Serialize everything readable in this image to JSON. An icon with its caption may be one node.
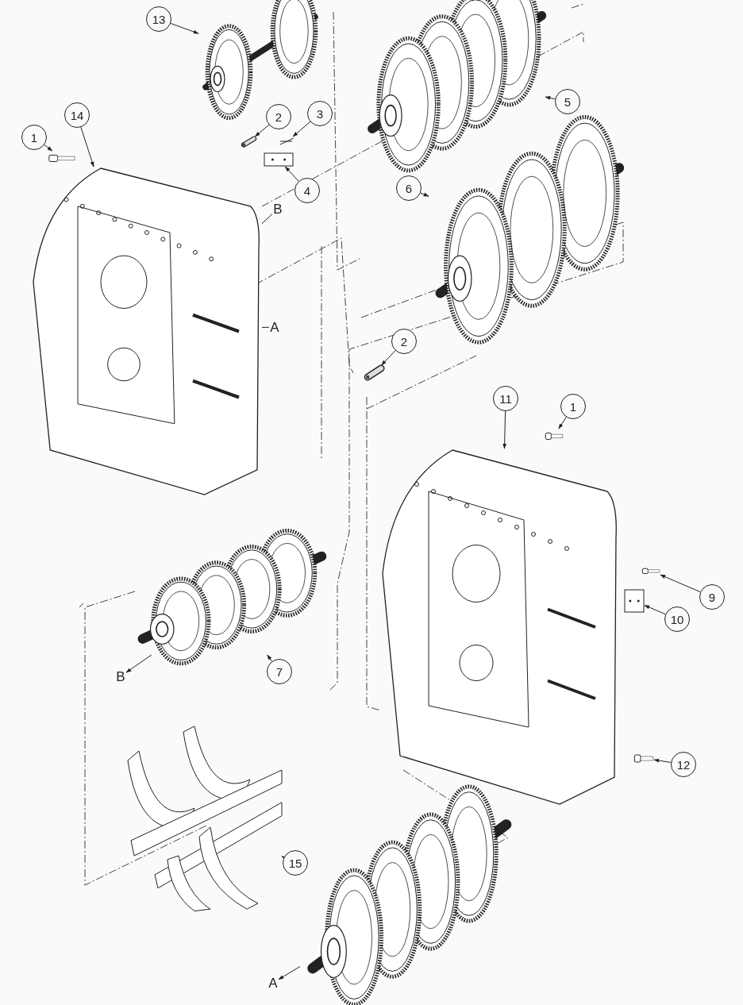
{
  "diagram": {
    "nodes": [
      {
        "text": [
          "13"
        ]
      },
      {
        "text": [],
        "shape": "picture"
      },
      {
        "text": [
          "14"
        ]
      },
      {
        "text": [
          "1"
        ]
      },
      {
        "text": [
          "2"
        ]
      },
      {
        "text": [
          "3"
        ]
      },
      {
        "text": [],
        "shape": "picture"
      },
      {
        "text": [],
        "shape": "picture"
      },
      {
        "text": [],
        "shape": "picture"
      },
      {
        "text": [],
        "shape": "picture"
      },
      {
        "text": [
          "4"
        ]
      },
      {
        "text": [],
        "shape": "picture"
      },
      {
        "text": [
          "5"
        ]
      },
      {
        "text": [],
        "shape": "picture"
      },
      {
        "text": [
          "6"
        ]
      },
      {
        "text": [],
        "shape": "picture"
      },
      {
        "text": [
          "B"
        ]
      },
      {
        "text": [
          "A"
        ]
      },
      {
        "text": [
          "2"
        ]
      },
      {
        "text": [],
        "shape": "picture"
      },
      {
        "text": [
          "11"
        ]
      },
      {
        "text": [
          "1"
        ]
      },
      {
        "text": [],
        "shape": "picture"
      },
      {
        "text": [],
        "shape": "picture"
      },
      {
        "text": [],
        "shape": "picture"
      },
      {
        "text": [
          "9"
        ]
      },
      {
        "text": [],
        "shape": "picture"
      },
      {
        "text": [
          "10"
        ]
      },
      {
        "text": [],
        "shape": "picture"
      },
      {
        "text": [
          "B"
        ]
      },
      {
        "text": [
          "7"
        ]
      },
      {
        "text": [],
        "shape": "picture"
      },
      {
        "text": [
          "12"
        ]
      },
      {
        "text": [],
        "shape": "picture"
      },
      {
        "text": [
          "15"
        ]
      },
      {
        "text": [],
        "shape": "picture"
      },
      {
        "text": [
          "A"
        ]
      }
    ],
    "edges": [
      {
        "from": 0,
        "to": 1,
        "arrow": "to"
      },
      {
        "from": 2,
        "to": 11,
        "arrow": "to"
      },
      {
        "from": 3,
        "to": 6,
        "arrow": "to"
      },
      {
        "from": 4,
        "to": 7,
        "arrow": "to"
      },
      {
        "from": 5,
        "to": 8,
        "arrow": "to"
      },
      {
        "from": 10,
        "to": 9,
        "arrow": "to"
      },
      {
        "from": 12,
        "to": 13,
        "arrow": "to"
      },
      {
        "from": 14,
        "to": 15,
        "arrow": "to"
      },
      {
        "from": 16,
        "to": 11,
        "arrow": "none"
      },
      {
        "from": 17,
        "to": 11,
        "arrow": "none"
      },
      {
        "from": 18,
        "to": 19,
        "arrow": "to"
      },
      {
        "from": 20,
        "to": 23,
        "arrow": "to"
      },
      {
        "from": 21,
        "to": 22,
        "arrow": "to"
      },
      {
        "from": 25,
        "to": 24,
        "arrow": "to"
      },
      {
        "from": 27,
        "to": 26,
        "arrow": "to"
      },
      {
        "from": 28,
        "to": 29,
        "arrow": "to"
      },
      {
        "from": 30,
        "to": 28,
        "arrow": "to"
      },
      {
        "from": 32,
        "to": 31,
        "arrow": "to"
      },
      {
        "from": 34,
        "to": 33,
        "arrow": "to"
      },
      {
        "from": 35,
        "to": 36,
        "arrow": "to"
      }
    ]
  }
}
